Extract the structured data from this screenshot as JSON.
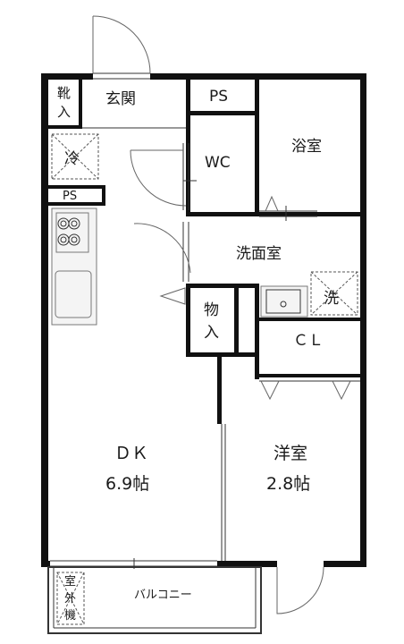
{
  "rooms": {
    "entrance": "玄関",
    "shoe_box_top": "靴",
    "shoe_box_bottom": "入",
    "ps_top": "PS",
    "ps_left": "PS",
    "wc": "WC",
    "bath": "浴室",
    "washroom": "洗面室",
    "fridge": "冷",
    "washer": "洗",
    "storage_top": "物",
    "storage_bottom": "入",
    "closet": "ＣＬ",
    "dk_name": "ＤＫ",
    "dk_size": "6.9帖",
    "western_name": "洋室",
    "western_size": "2.8帖",
    "balcony": "バルコニー",
    "outdoor_unit_1": "室",
    "outdoor_unit_2": "外",
    "outdoor_unit_3": "機"
  },
  "colors": {
    "wall": "#111111",
    "line": "#333333",
    "fixture": "#777777"
  }
}
